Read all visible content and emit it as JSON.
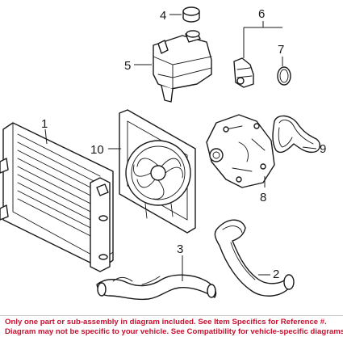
{
  "callouts": {
    "c1": "1",
    "c2": "2",
    "c3": "3",
    "c4": "4",
    "c5": "5",
    "c6": "6",
    "c7": "7",
    "c8": "8",
    "c9": "9",
    "c10": "10"
  },
  "disclaimer": {
    "line1": "Only one part or sub-assembly in diagram included. See Item Specifics for Reference #.",
    "line2": "Diagram may not be specific to your vehicle. See Compatibility for vehicle-specific diagrams."
  },
  "colors": {
    "line_art": "#1a1a1a",
    "disclaimer_text": "#c8102e",
    "background": "#ffffff"
  }
}
